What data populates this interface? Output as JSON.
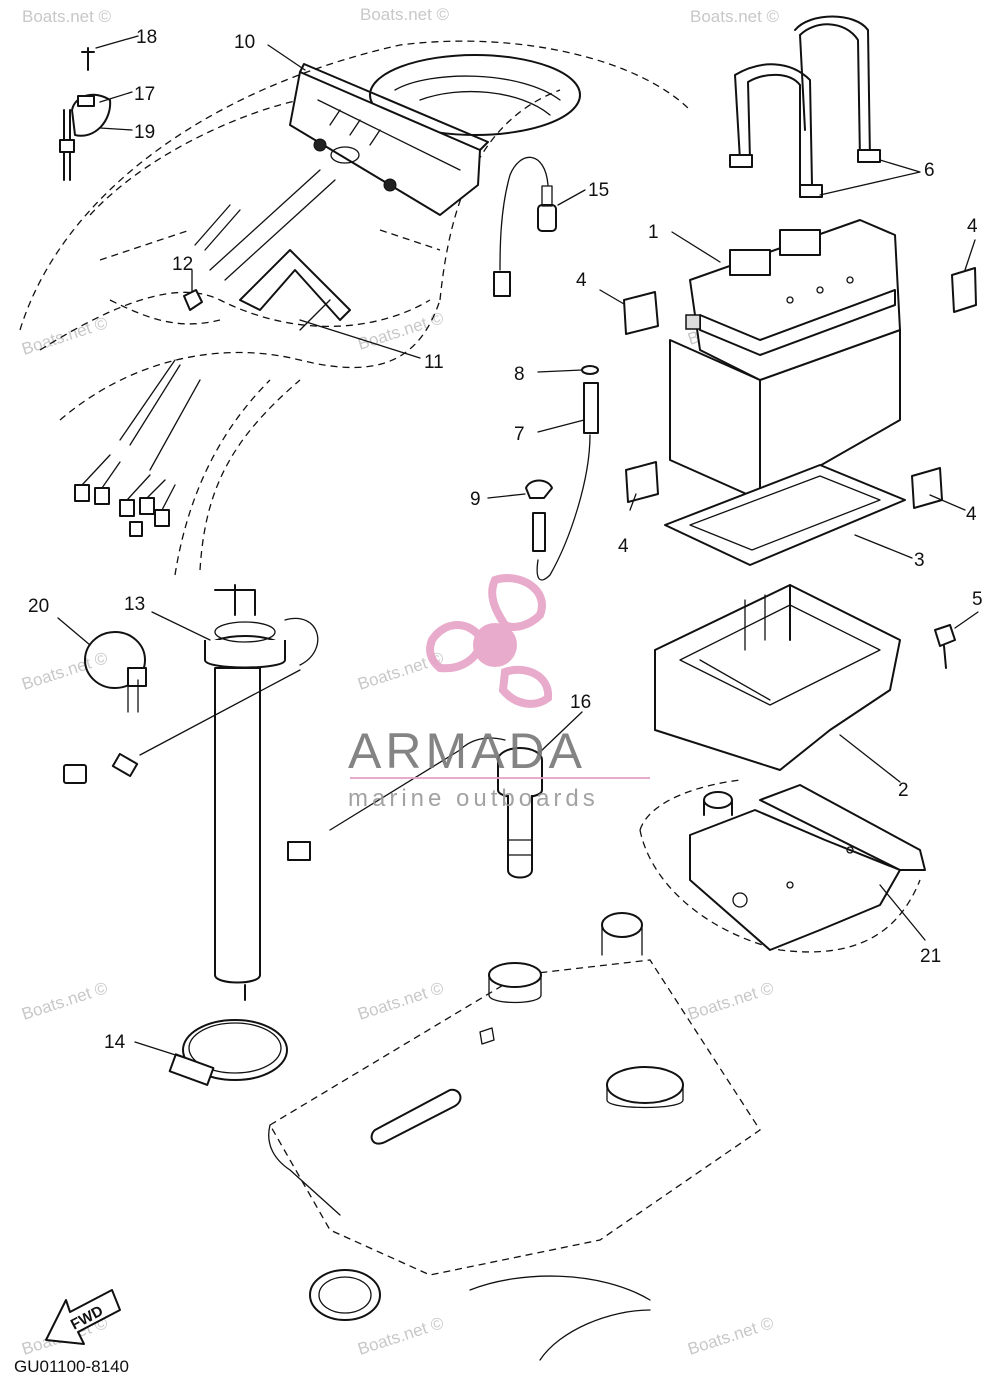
{
  "diagram_code": "GU01100-8140",
  "fwd_label": "FWD",
  "watermark_text": "Boats.net ©",
  "logo": {
    "name": "ARMADA",
    "tagline": "marine outboards",
    "color": "#e6a2c6"
  },
  "callouts": [
    "1",
    "2",
    "3",
    "4",
    "4",
    "4",
    "4",
    "5",
    "6",
    "7",
    "8",
    "9",
    "10",
    "11",
    "12",
    "13",
    "14",
    "15",
    "16",
    "17",
    "18",
    "19",
    "20",
    "21"
  ]
}
